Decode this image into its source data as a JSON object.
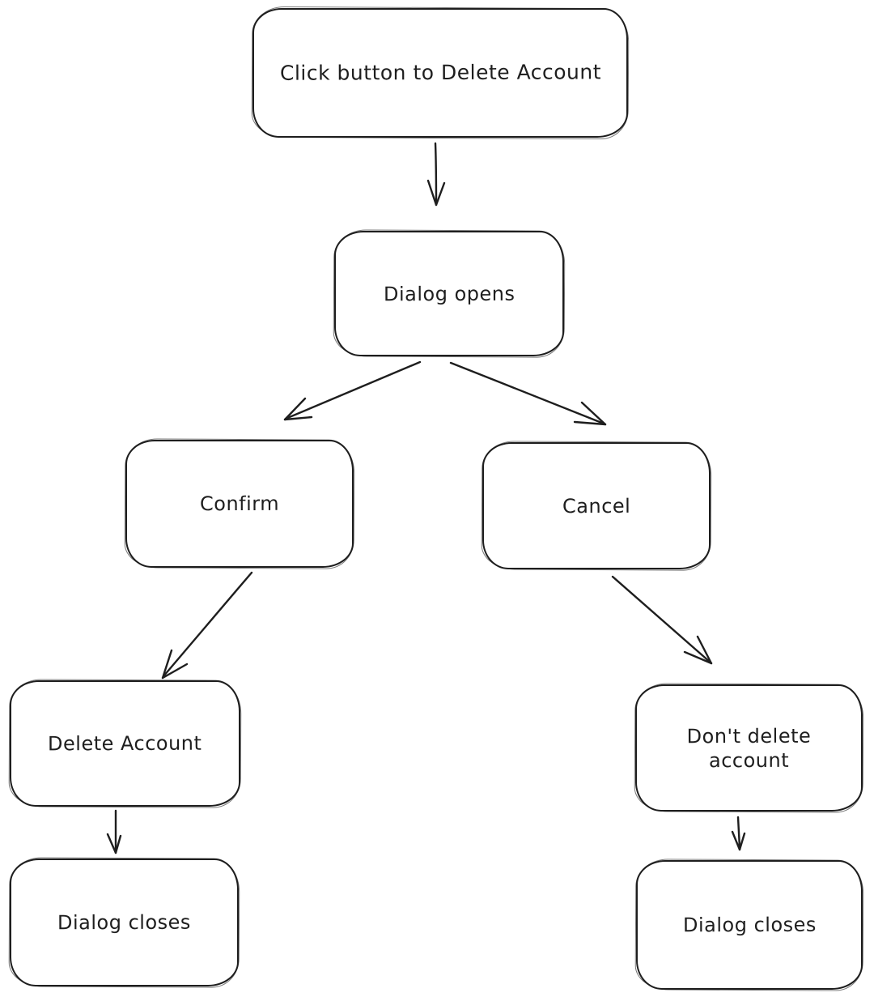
{
  "diagram": {
    "type": "flowchart",
    "style": "hand-drawn",
    "colors": {
      "stroke": "#1e1e1e",
      "node_fill": "#ffffff",
      "background": "#ffffff"
    },
    "nodes": [
      {
        "id": "start",
        "label": "Click button to Delete Account"
      },
      {
        "id": "dialog-opens",
        "label": "Dialog opens"
      },
      {
        "id": "confirm",
        "label": "Confirm"
      },
      {
        "id": "cancel",
        "label": "Cancel"
      },
      {
        "id": "delete-account",
        "label": "Delete Account"
      },
      {
        "id": "dont-delete",
        "label": "Don't delete account"
      },
      {
        "id": "dialog-closes-left",
        "label": "Dialog closes"
      },
      {
        "id": "dialog-closes-right",
        "label": "Dialog closes"
      }
    ],
    "edges": [
      {
        "from": "start",
        "to": "dialog-opens"
      },
      {
        "from": "dialog-opens",
        "to": "confirm"
      },
      {
        "from": "dialog-opens",
        "to": "cancel"
      },
      {
        "from": "confirm",
        "to": "delete-account"
      },
      {
        "from": "cancel",
        "to": "dont-delete"
      },
      {
        "from": "delete-account",
        "to": "dialog-closes-left"
      },
      {
        "from": "dont-delete",
        "to": "dialog-closes-right"
      }
    ]
  }
}
